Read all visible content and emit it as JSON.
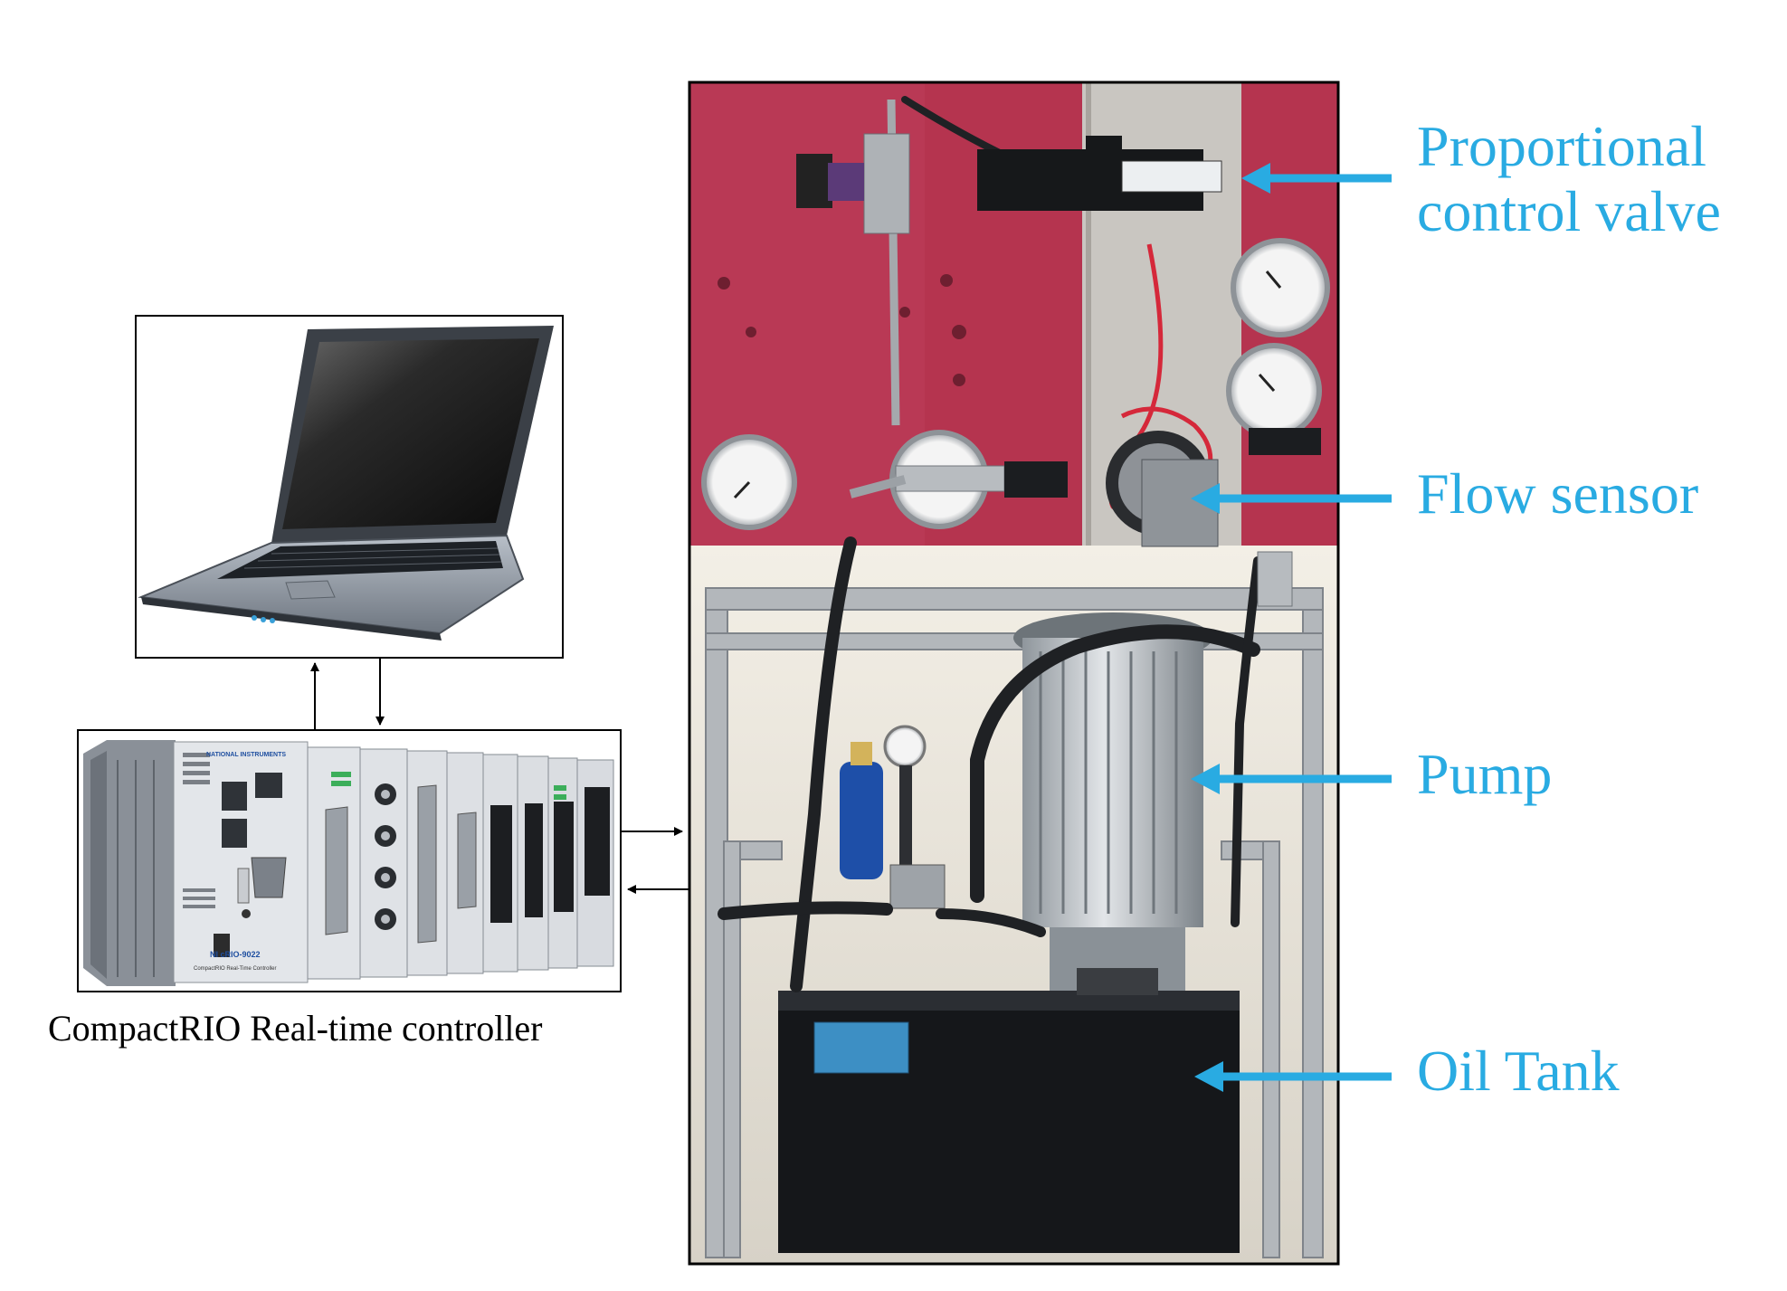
{
  "colors": {
    "label": "#29abe2",
    "arrow": "#29abe2",
    "panel": "#b5344f",
    "frame": "#000000"
  },
  "controller": {
    "caption": "CompactRIO Real-time controller",
    "brand_text": "NATIONAL INSTRUMENTS",
    "model_text": "NI cRIO-9022",
    "model_subtext": "CompactRIO Real-Time Controller"
  },
  "callouts": {
    "valve": {
      "line1": "Proportional",
      "line2": "control valve"
    },
    "flow": "Flow sensor",
    "pump": "Pump",
    "tank": "Oil Tank"
  },
  "icons": {
    "laptop": "laptop-icon",
    "controller": "compactrio-chassis-icon",
    "rig": "hydraulic-test-rig-photo"
  }
}
